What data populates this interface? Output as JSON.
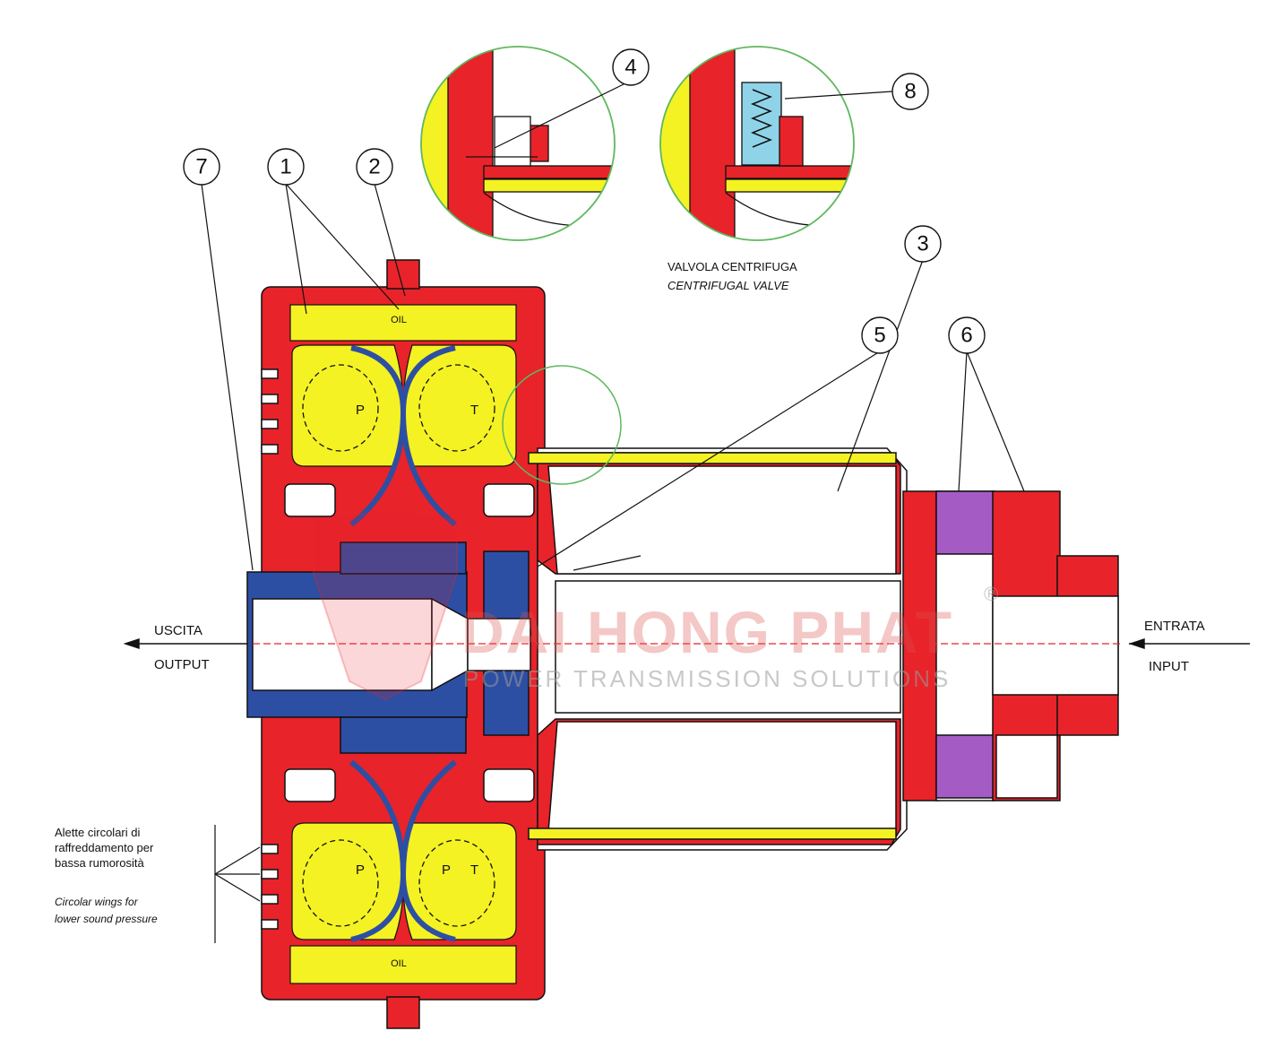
{
  "callouts": [
    "1",
    "2",
    "3",
    "4",
    "5",
    "6",
    "7",
    "8"
  ],
  "labels": {
    "valve_it": "VALVOLA CENTRIFUGA",
    "valve_en": "CENTRIFUGAL VALVE",
    "output_it": "USCITA",
    "output_en": "OUTPUT",
    "input_it": "ENTRATA",
    "input_en": "INPUT",
    "wings_it_1": "Alette circolari di",
    "wings_it_2": "raffreddamento per",
    "wings_it_3": "bassa rumorosità",
    "wings_en_1": "Circolar wings for",
    "wings_en_2": "lower sound pressure",
    "oil": "OIL",
    "pump": "P",
    "turbine": "T"
  },
  "watermark": {
    "brand": "DAI HONG PHAT",
    "tagline": "POWER TRANSMISSION SOLUTIONS",
    "registered": "®"
  },
  "colors": {
    "housing": "#e8232a",
    "fluid": "#f4f222",
    "shaft": "#2d4fa3",
    "coupling": "#a55bc4",
    "valve": "#8fd3e8",
    "detail_circle": "#5fb85f"
  }
}
